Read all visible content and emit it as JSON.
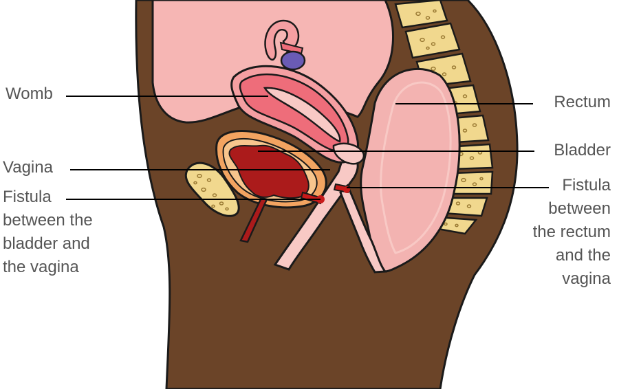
{
  "colors": {
    "skin": "#6b4428",
    "outline": "#1a1a1a",
    "abdomen": "#f6b6b4",
    "womb_outer": "#f59fa2",
    "womb_inner": "#ee6d7a",
    "ovary": "#6a5bb5",
    "bladder_ring": "#f3a461",
    "bladder_inner": "#f7c58d",
    "bladder_fill": "#ab1b1b",
    "rectum": "#f3b3b1",
    "bone": "#f1d88e",
    "bone_spot": "#9a7a34",
    "vagina_wall": "#f8c9c5",
    "fistula": "#c81a1a",
    "label_text": "#555555"
  },
  "labels": {
    "womb": "Womb",
    "vagina": "Vagina",
    "fistula_bv": [
      "Fistula",
      "between the",
      "bladder and",
      "the vagina"
    ],
    "rectum": "Rectum",
    "bladder": "Bladder",
    "fistula_rv": [
      "Fistula",
      "between",
      "the rectum",
      "and the",
      "vagina"
    ]
  }
}
